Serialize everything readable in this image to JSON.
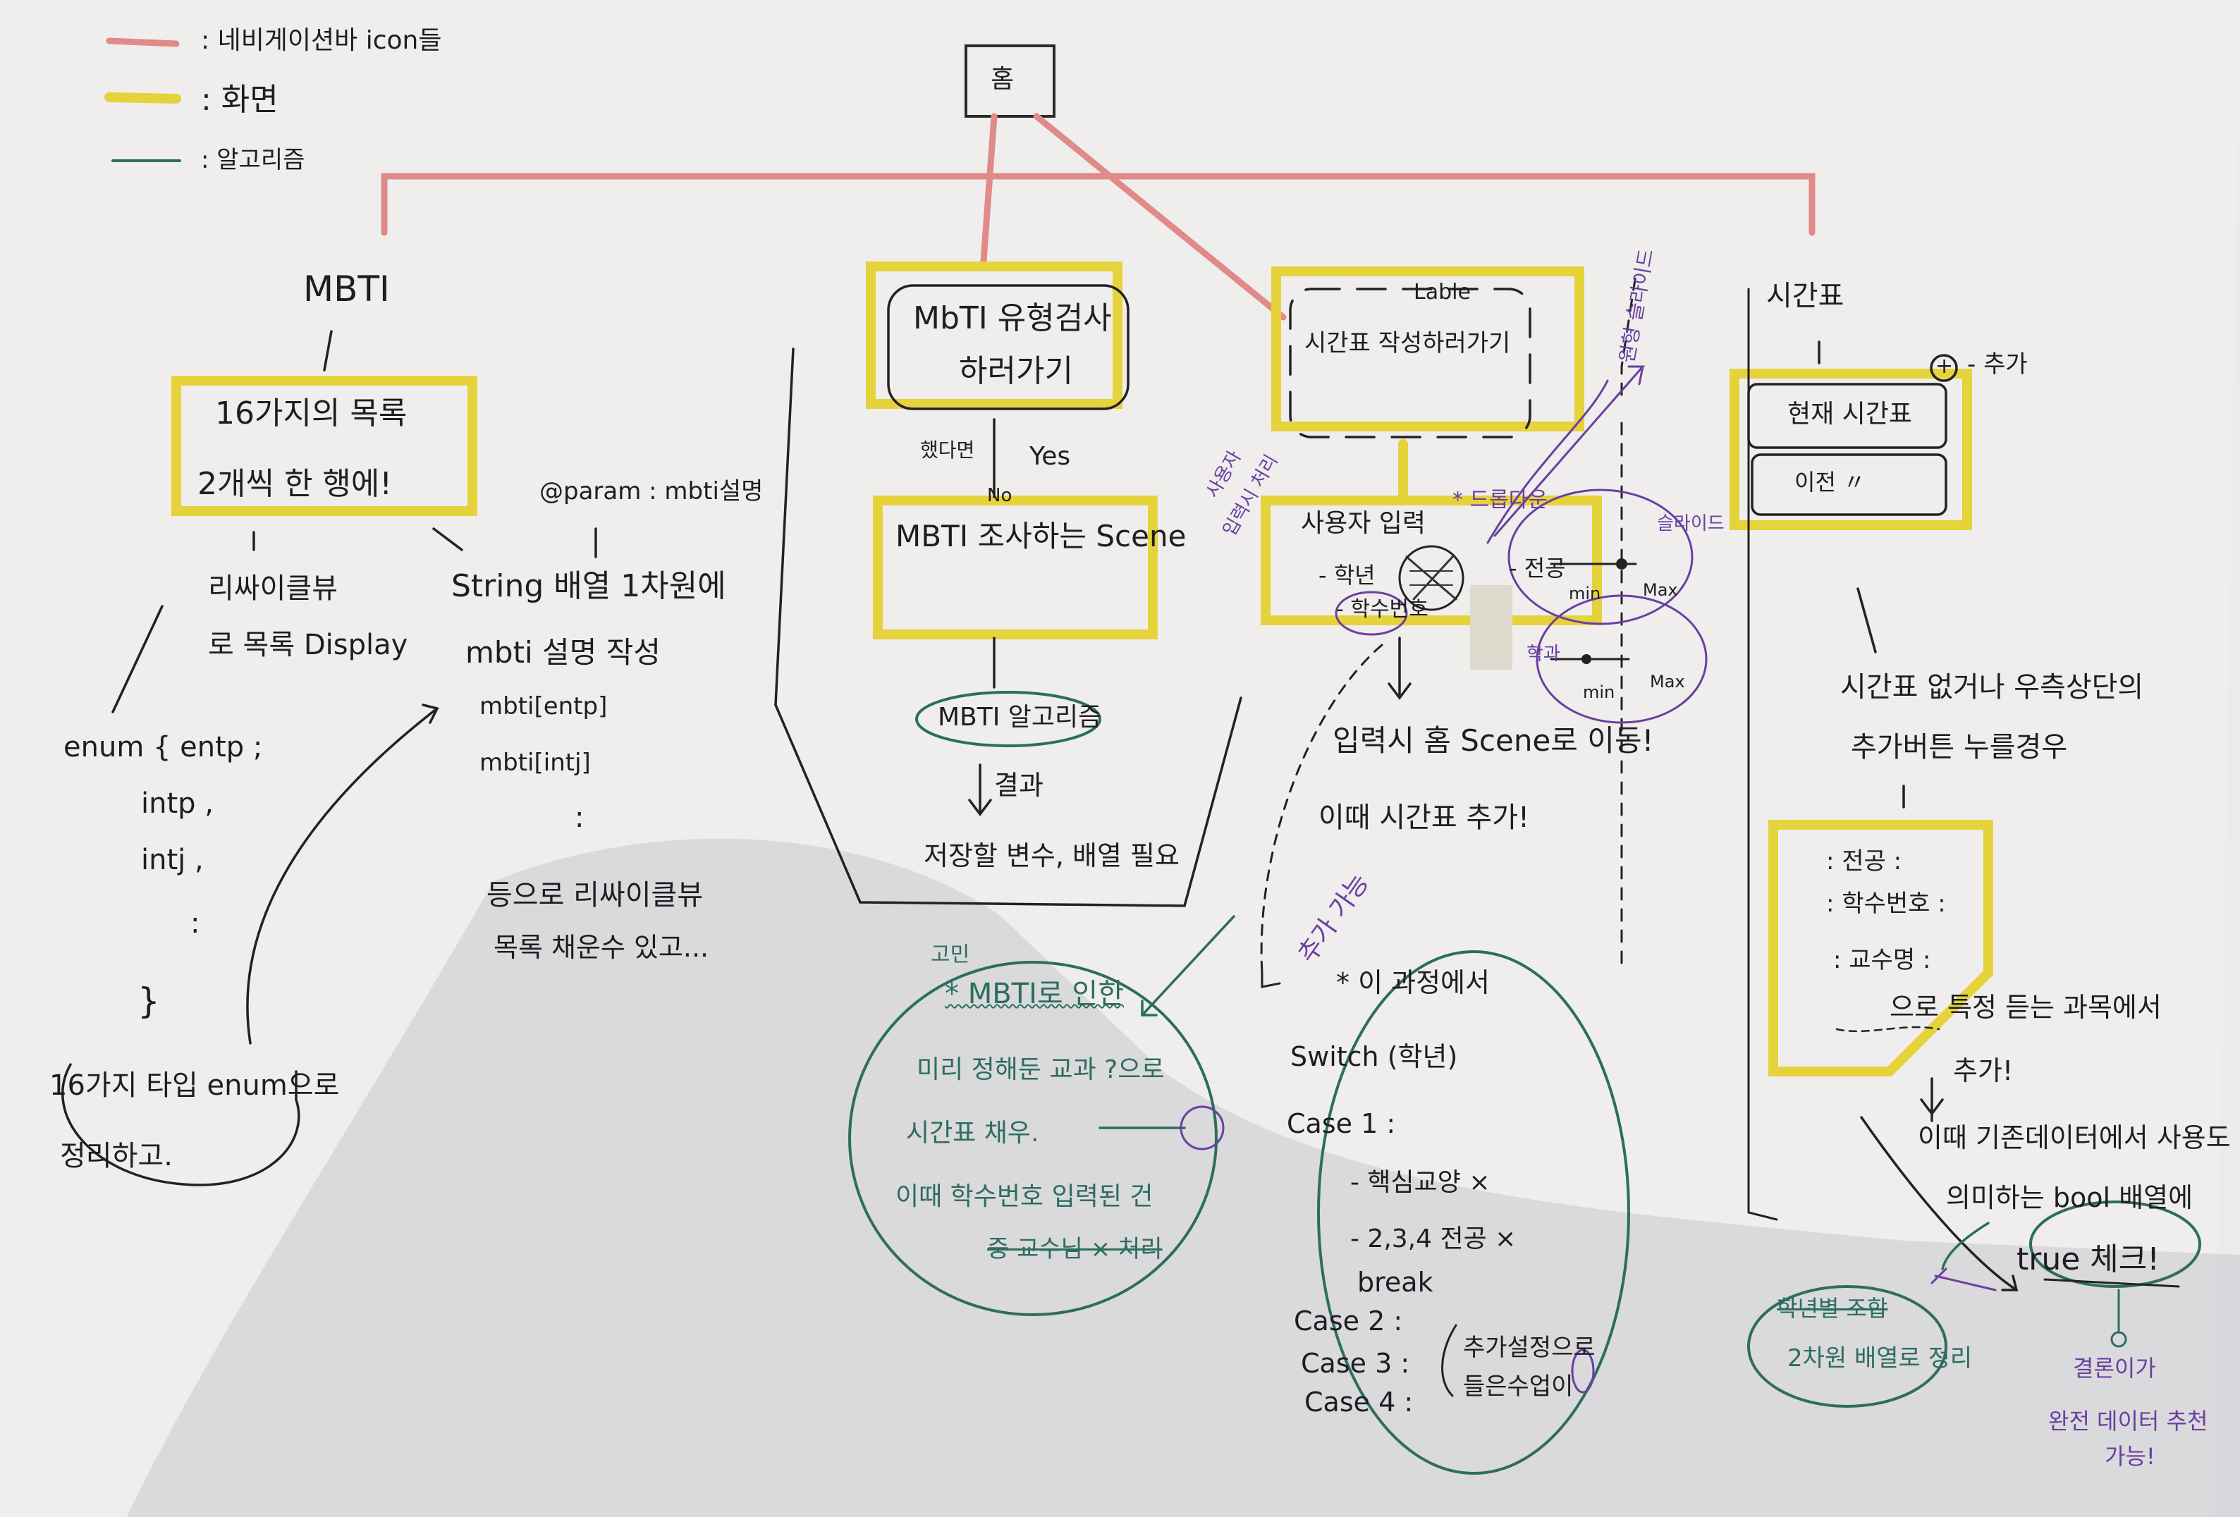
{
  "legend": [
    {
      "label": ": 네비게이션바 icon들",
      "color": "#e08a8a"
    },
    {
      "label": ": 화면",
      "color": "#e6d23a"
    },
    {
      "label": ": 알고리즘",
      "color": "#2c6e5c"
    }
  ],
  "home": {
    "label": "홈"
  },
  "mbti_col": {
    "title": "MBTI",
    "box": [
      "16가지의 목록",
      "2개씩 한 행에!"
    ],
    "left_note": [
      "리싸이클뷰",
      "로 목록 Display"
    ],
    "param": "@param : mbti설명",
    "string_note": [
      "String 배열 1차원에",
      "mbti 설명 작성",
      "mbti[entp]",
      "mbti[intj]",
      ":",
      "등으로 리싸이클뷰",
      "목록 채운수 있고..."
    ],
    "enum_list": [
      "enum { entp ;",
      "intp ,",
      "intj ,",
      ":",
      "}"
    ],
    "enum_note": [
      "16가지 타입 enum으로",
      "정리하고."
    ]
  },
  "center_col": {
    "go_mbti": [
      "MbTI 유형검사",
      "하러가기"
    ],
    "go_timetable_small": "Lable",
    "go_timetable": "시간표 작성하러가기",
    "already_done": "했다면",
    "yes": "Yes",
    "no": "No",
    "survey_scene": "MBTI 조사하는 Scene",
    "mbti_algo": "MBTI 알고리즘",
    "result": "결과",
    "result_note": "저장할 변수, 배열 필요",
    "green_circle": {
      "tag": "고민",
      "title": "* MBTI로 인한",
      "lines": [
        "미리 정해둔 교과 ?으로",
        "시간표 채우.",
        "이때 학수번호 입력된 건",
        "중 교수님 × 처리"
      ]
    }
  },
  "user_input": {
    "side_note": [
      "사용자",
      "입력시 처리"
    ],
    "box_title": "사용자 입력",
    "list": [
      "- 학년",
      "- 학수번호"
    ],
    "major": "- 전공",
    "dropdown": "* 드롭다운",
    "pick": "학과",
    "min": "min",
    "max": "Max",
    "min2": "min",
    "max2": "Max",
    "slide": "슬라이드",
    "arrow_note": "원형 슬라이드",
    "go_home": "입력시 홈 Scene로 이동!",
    "add": "이때 시간표 추가!",
    "possible": "추가 가능",
    "process": {
      "title": "* 이 과정에서",
      "lines": [
        "Switch (학년)",
        "Case 1 :",
        "- 핵심교양 ×",
        "- 2,3,4 전공 ×",
        "break",
        "Case 2 :",
        "Case 3 :",
        "Case 4 :"
      ],
      "note": [
        "추가설정으로",
        "들은수업이"
      ]
    }
  },
  "timetable_col": {
    "title": "시간표",
    "plus": "+",
    "plus_note": "- 추가",
    "rows": [
      "현재 시간표",
      "이전 〃"
    ],
    "no_timetable": [
      "시간표 없거나 우측상단의",
      "추가버튼 누를경우"
    ],
    "form": [
      ": 전공 :",
      ": 학수번호 :",
      ": 교수명 :"
    ],
    "bottom": [
      "으로 특정 듣는 과목에서",
      "추가!",
      "이때 기존데이터에서 사용도",
      "의미하는 bool 배열에",
      "true 체크!"
    ],
    "circle": [
      "학년별 조합",
      "2차원 배열로 정리"
    ],
    "result": [
      "결론이가",
      "완전 데이터 추천",
      "가능!"
    ]
  }
}
